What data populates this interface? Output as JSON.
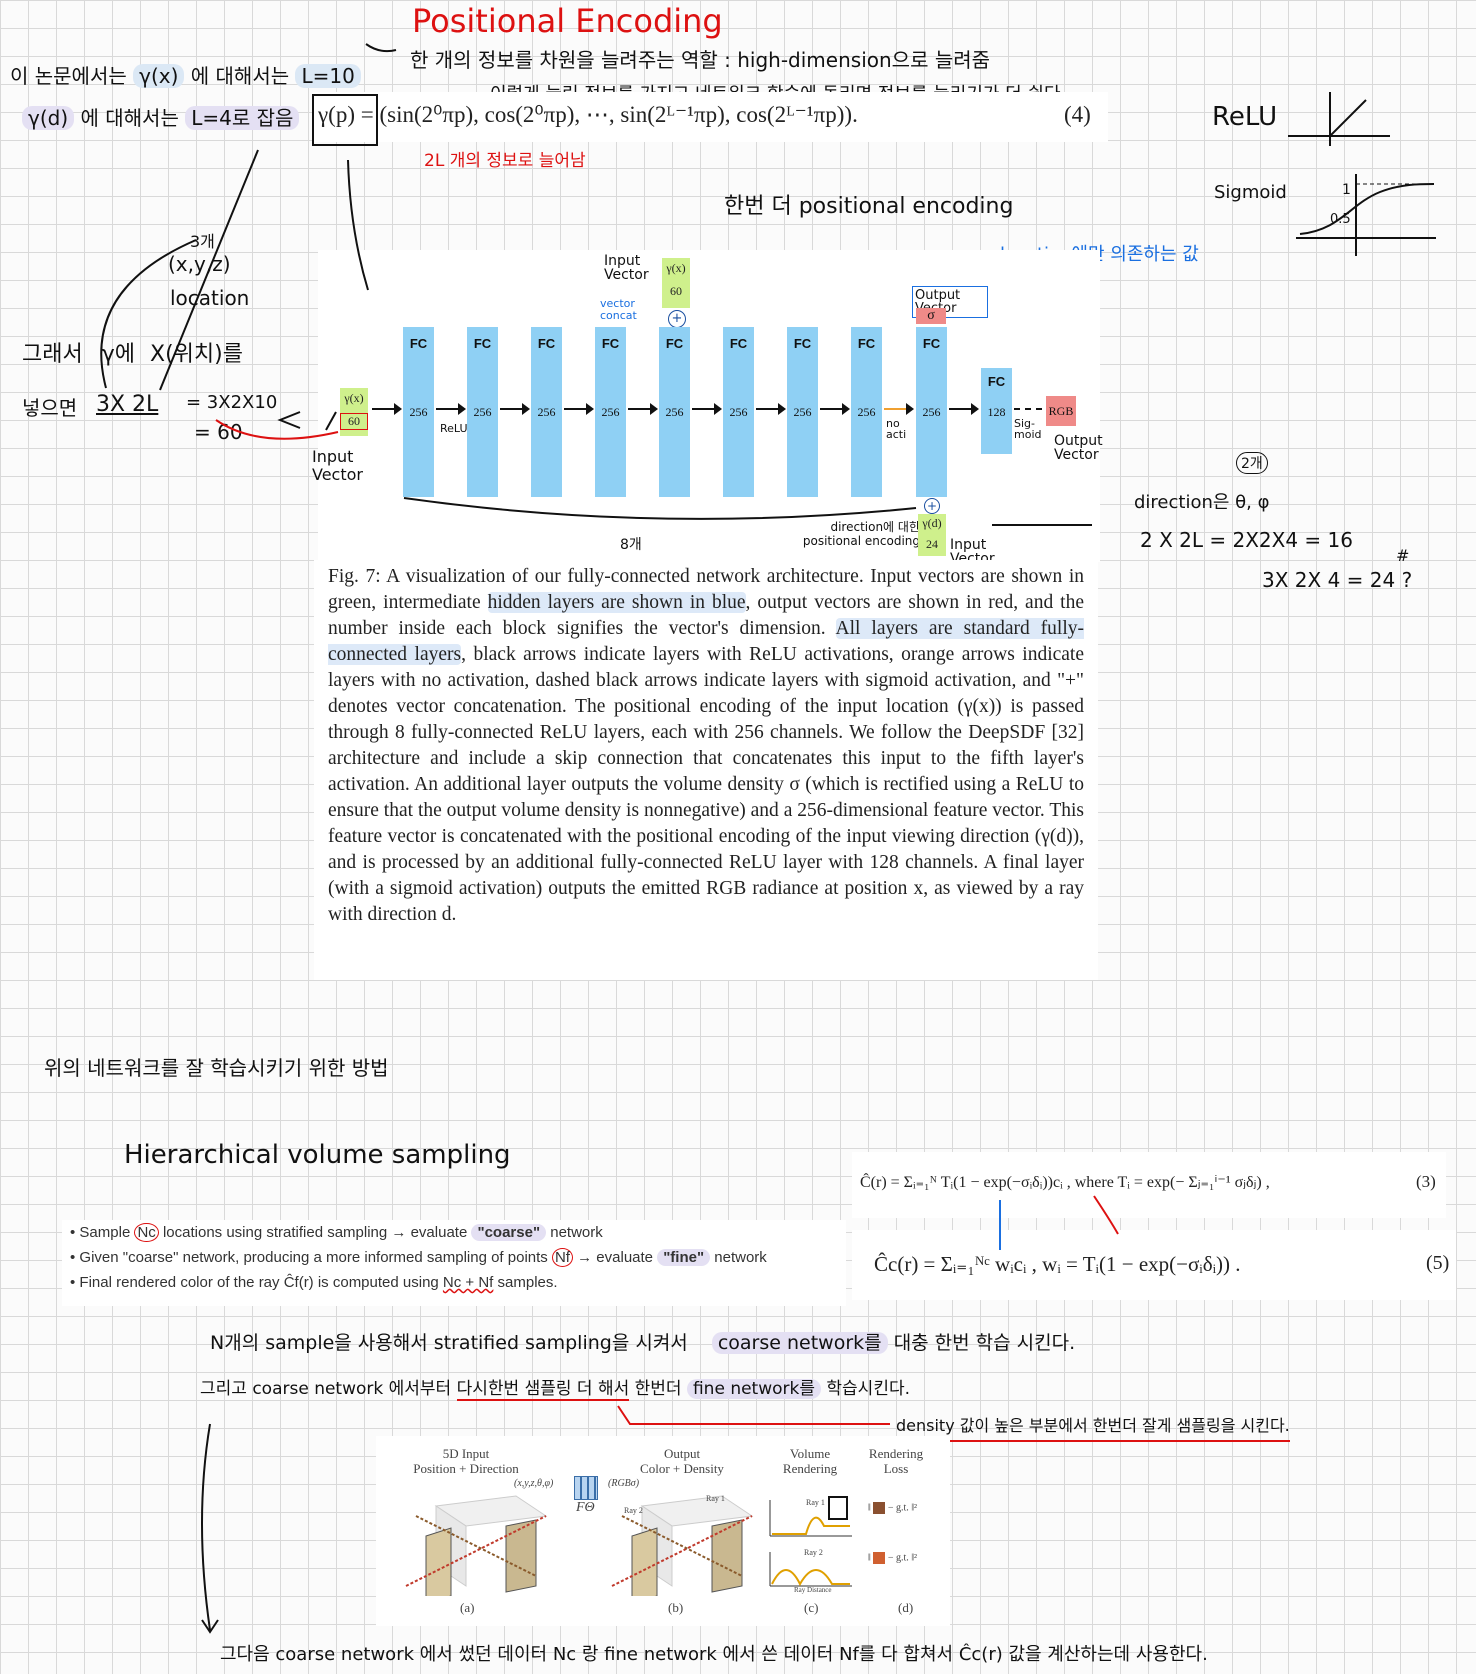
{
  "top": {
    "pe_title": "Positional Encoding",
    "pe_desc1": "한 개의 정보를 차원을 늘려주는 역할 : high-dimension으로 늘려줌",
    "pe_desc2": "이렇게 늘린 정보를 가지고 네트워크 학습에 돌리면 정보를 늘리기가 더 쉽다.",
    "left_note1_a": "이 논문에서는",
    "left_note1_b": "γ(x)",
    "left_note1_c": "에 대해서는",
    "left_note1_d": "L=10",
    "left_note2_a": "γ(d)",
    "left_note2_b": "에 대해서는",
    "left_note2_c": "L=4로 잡음",
    "formula": "γ(p) = (sin(2⁰πp), cos(2⁰πp), ⋯, sin(2ᴸ⁻¹πp), cos(2ᴸ⁻¹πp)).",
    "formula_num": "(4)",
    "formula_note": "2L 개의 정보로 늘어남",
    "relu_label": "ReLU",
    "sigmoid_label": "Sigmoid",
    "sig_one": "1",
    "sig_half": "0.5"
  },
  "network": {
    "another_pe": "한번 더 positional encoding",
    "location_only": "location에만 의존하는 값",
    "input_vector_top": "Input Vector",
    "gamma_x": "γ(x)",
    "sixty": "60",
    "vector_concat": "vector concat",
    "output_vector_top": "Output Vector",
    "sigma": "σ",
    "fc": "FC",
    "width_256": "256",
    "width_128": "128",
    "relu_small": "ReLU",
    "no_acti": "no acti",
    "sigmoid_small": "Sig-moid",
    "rgb": "RGB",
    "output_vector_right": "Output Vector",
    "eight_layers": "8개",
    "dir_pe": "direction에 대한 positional encoding",
    "gamma_d": "γ(d)",
    "twentyfour": "24",
    "input_vector_bottom": "Input Vector",
    "input_vector_left": "Input Vector",
    "xyz_a": "3개",
    "xyz_b": "(x,y,z)",
    "xyz_c": "location",
    "so_a": "그래서",
    "so_b": "γ에",
    "so_c": "X(위치)를",
    "put_in": "넣으면",
    "calc1": "3X 2L",
    "calc2": "= 3X2X10",
    "calc3": "= 60",
    "dir_a": "2개",
    "dir_b": "direction은 θ, φ",
    "dir_calc1": "2 X 2L = 2X2X4 = 16",
    "dir_neq": "#",
    "dir_calc2": "3X 2X 4 = 24 ?"
  },
  "caption": {
    "p1": "Fig. 7: A visualization of our fully-connected network architecture. Input vectors are shown in green, intermediate ",
    "hl1": "hidden layers are shown in blue",
    "p2": ", output vectors are shown in red, and the number inside each block signifies the vector's dimension. ",
    "hl2": "All layers are standard fully-connected layers",
    "p3": ", black arrows indicate layers with ReLU activations, orange arrows indicate layers with no activation, dashed black arrows indicate layers with sigmoid activation, and \"+\" denotes vector concatenation. The positional encoding of the input location (γ(x)) is passed through 8 fully-connected ReLU layers, each with 256 channels. We follow the DeepSDF [32] architecture and include a skip connection that concatenates this input to the fifth layer's activation. An additional layer outputs the volume density σ (which is rectified using a ReLU to ensure that the output volume density is nonnegative) and a 256-dimensional feature vector. This feature vector is concatenated with the positional encoding of the input viewing direction (γ(d)), and is processed by an additional fully-connected ReLU layer with 128 channels. A final layer (with a sigmoid activation) outputs the emitted RGB radiance at position x, as viewed by a ray with direction d."
  },
  "middle": {
    "train_well": "위의 네트워크를 잘 학습시키기 위한 방법",
    "hvs_title": "Hierarchical volume sampling",
    "b1_a": "Sample ",
    "b1_nc": "Nc",
    "b1_b": " locations using stratified sampling → evaluate ",
    "b1_c": "\"coarse\"",
    "b1_d": " network",
    "b2_a": "Given \"coarse\" network, producing a more informed sampling of points ",
    "b2_nf": "Nf",
    "b2_b": " → evaluate ",
    "b2_c": "\"fine\"",
    "b2_d": " network",
    "b3_a": "Final rendered color of the ray Ĉf(r) is computed using ",
    "b3_b": "Nc + Nf",
    "b3_c": " samples.",
    "eq3": "Ĉ(r) = Σᵢ₌₁ᴺ Tᵢ(1 − exp(−σᵢδᵢ))cᵢ ,  where Tᵢ = exp(− Σⱼ₌₁ⁱ⁻¹ σⱼδⱼ) ,",
    "eq3_num": "(3)",
    "eq5": "Ĉc(r) = Σᵢ₌₁ᴺᶜ wᵢcᵢ ,     wᵢ = Tᵢ(1 − exp(−σᵢδᵢ)) .",
    "eq5_num": "(5)"
  },
  "bottom": {
    "line1_a": "N개의 sample을 사용해서 stratified sampling을 시켜서",
    "line1_b": "coarse network를",
    "line1_c": "대충 한번 학습 시킨다.",
    "line2_a": "그리고 coarse network 에서부터",
    "line2_b": "다시한번 샘플링 더 해서",
    "line2_c": "한번더",
    "line2_d": "fine network를",
    "line2_e": "학습시킨다.",
    "density_note": "density 값이 높은 부분에서 한번더 잘게 샘플링을 시킨다.",
    "fig_t1": "5D Input",
    "fig_t1b": "Position + Direction",
    "fig_t2": "Output",
    "fig_t2b": "Color + Density",
    "fig_t3": "Volume",
    "fig_t3b": "Rendering",
    "fig_t4": "Rendering",
    "fig_t4b": "Loss",
    "fig_xyz": "(x,y,z,θ,φ)",
    "fig_rgb": "(RGBσ)",
    "fig_ftheta": "FΘ",
    "fig_ray1": "Ray 1",
    "fig_ray2": "Ray 2",
    "fig_raydist": "Ray Distance",
    "fig_gt": "g.t.",
    "fig_a": "(a)",
    "fig_b": "(b)",
    "fig_c": "(c)",
    "fig_d": "(d)",
    "final_line": "그다음 coarse network 에서 썼던 데이터 Nc 랑 fine network 에서 쓴 데이터 Nf를 다 합쳐서 Ĉc(r) 값을 계산하는데 사용한다."
  }
}
